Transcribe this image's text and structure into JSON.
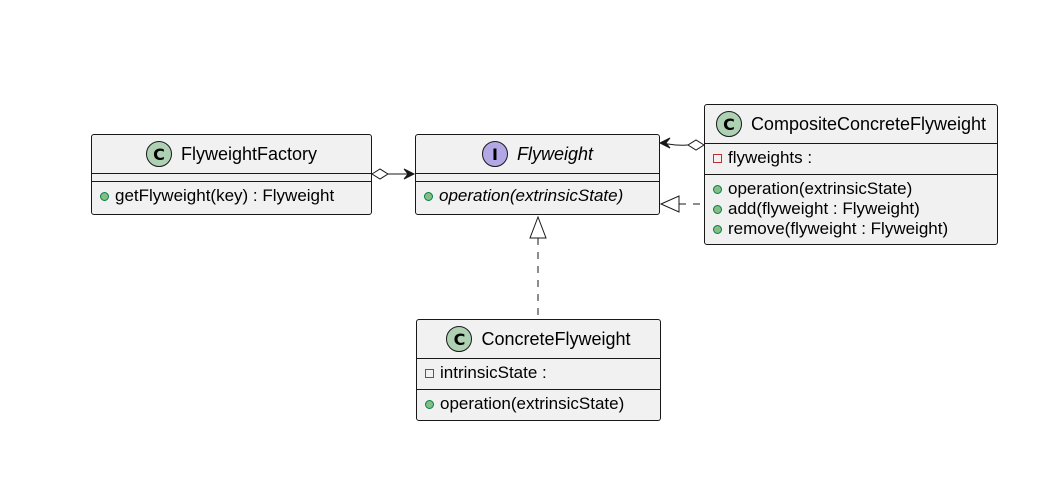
{
  "colors": {
    "class_fill": "#F1F1F1",
    "border": "#181818",
    "class_icon": "#ADD1B2",
    "interface_icon": "#B4A7E5",
    "public_fill": "#84BE84",
    "public_stroke": "#038048",
    "private_stroke": "#C82930"
  },
  "classes": {
    "factory": {
      "stereotype": "C",
      "name": "FlyweightFactory",
      "fields": [],
      "methods": [
        {
          "visibility": "public",
          "text": "getFlyweight(key) : Flyweight"
        }
      ]
    },
    "flyweight": {
      "stereotype": "I",
      "name": "Flyweight",
      "fields": [],
      "methods": [
        {
          "visibility": "public",
          "text": "operation(extrinsicState)"
        }
      ]
    },
    "composite": {
      "stereotype": "C",
      "name": "CompositeConcreteFlyweight",
      "fields": [
        {
          "visibility": "private",
          "text": "flyweights :"
        }
      ],
      "methods": [
        {
          "visibility": "public",
          "text": "operation(extrinsicState)"
        },
        {
          "visibility": "public",
          "text": "add(flyweight : Flyweight)"
        },
        {
          "visibility": "public",
          "text": "remove(flyweight : Flyweight)"
        }
      ]
    },
    "concrete": {
      "stereotype": "C",
      "name": "ConcreteFlyweight",
      "fields": [
        {
          "visibility": "private",
          "text": "intrinsicState :"
        }
      ],
      "methods": [
        {
          "visibility": "public",
          "text": "operation(extrinsicState)"
        }
      ]
    }
  },
  "relations": [
    {
      "from": "FlyweightFactory",
      "to": "Flyweight",
      "type": "aggregation"
    },
    {
      "from": "CompositeConcreteFlyweight",
      "to": "Flyweight",
      "type": "aggregation"
    },
    {
      "from": "CompositeConcreteFlyweight",
      "to": "Flyweight",
      "type": "realization"
    },
    {
      "from": "ConcreteFlyweight",
      "to": "Flyweight",
      "type": "realization"
    }
  ]
}
